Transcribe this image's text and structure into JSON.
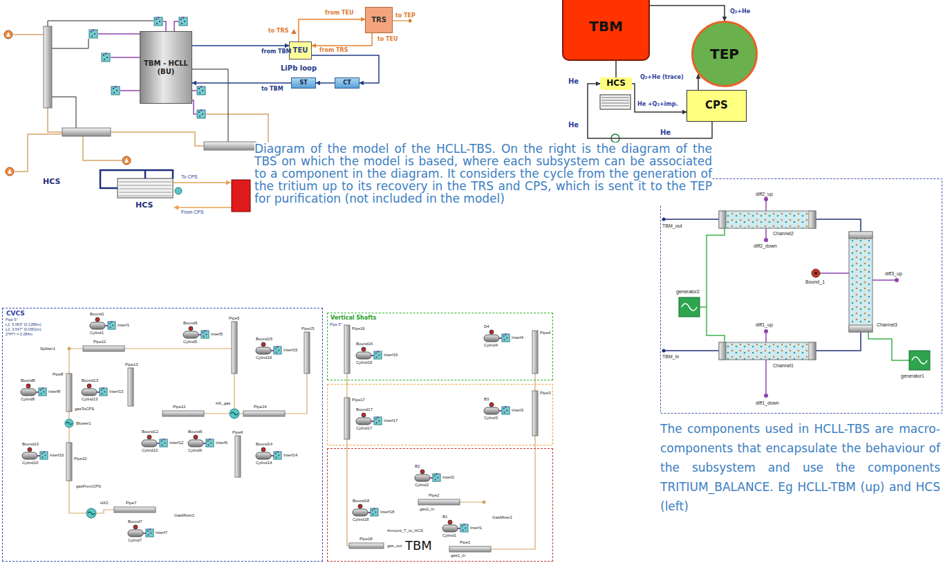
{
  "diagram": {
    "nodes": [
      {
        "text": [
          "TBM - HCLL (BU)"
        ]
      },
      {
        "text": [
          "TEU"
        ]
      },
      {
        "text": [
          "TRS"
        ]
      },
      {
        "text": [
          "ST"
        ]
      },
      {
        "text": [
          "CT"
        ]
      },
      {
        "text": [
          "TBM"
        ]
      },
      {
        "text": [
          "HCS"
        ]
      },
      {
        "text": [
          "CPS"
        ]
      },
      {
        "text": [
          "TEP"
        ]
      },
      {
        "text": [
          "CVCS"
        ]
      },
      {
        "text": [
          "Vertical Shafts"
        ]
      },
      {
        "text": [
          "TBM"
        ]
      }
    ],
    "edges": [
      {
        "from": 0,
        "to": 1,
        "arrow": "to"
      },
      {
        "from": 1,
        "to": 4,
        "arrow": "to"
      },
      {
        "from": 4,
        "to": 3,
        "arrow": "to"
      },
      {
        "from": 3,
        "to": 0,
        "arrow": "to"
      },
      {
        "from": 1,
        "to": 2,
        "arrow": "to"
      },
      {
        "from": 2,
        "to": 1,
        "arrow": "to"
      },
      {
        "from": 5,
        "to": 6,
        "arrow": "none"
      },
      {
        "from": 6,
        "to": 7,
        "label": "He +Q₂+imp.",
        "arrow": "to"
      },
      {
        "from": 7,
        "to": 6,
        "label": "He",
        "arrow": "to"
      },
      {
        "from": 7,
        "to": 8,
        "label": "Q₂+He (trace)",
        "arrow": "to"
      },
      {
        "from": 5,
        "to": 8,
        "label": "Q₂+He",
        "arrow": "to"
      }
    ],
    "labels": [
      "from TEU",
      "to TEP",
      "to TEU",
      "to TRS",
      "from TBM",
      "from TRS",
      "LiPb loop",
      "to TBM",
      "HCS",
      "HCS",
      "To CPS",
      "From CPS",
      "He",
      "He",
      "Diagram of the model of the HCLL-TBS. On the right is the diagram of the TBS on which the model is based, where each subsystem can be associated to a component in the diagram. It considers the cycle from the generation of the tritium up to its recovery in the TRS and CPS, which is sent it to the TEP for purification (not included in the model)",
      "diff2_up",
      "TBM_out",
      "Channel2",
      "diff2_down",
      "generator2",
      "Bound_1",
      "diff3_up",
      "diff1_up",
      "Channel3",
      "TBM_in",
      "Channel1",
      "diff1_down",
      "generator1",
      "The components used in HCLL-TBS are macro-components that encapsulate the behaviour of the subsystem and use the components TRITIUM_BALANCE. Eg HCLL-TBM (up) and HCS (left)",
      "Pipe 5\"",
      "L1: 5.063\" (0.1286m)",
      "L2: 3.547\" (0.0901m)",
      "2*PI*r = 0.284m",
      "Pipe 5\"",
      "Splitter1",
      "gasToCPS",
      "Blower1",
      "gasFromCPS",
      "HX2",
      "GasMixer2",
      "HX_gas",
      "GasMixer1",
      "gas2_in",
      "gas1_in",
      "Amount_T_to_HCS",
      "gas_out",
      "Bound1",
      "Cylind1",
      "Interf1",
      "Bound8",
      "Cylind8",
      "Interf8",
      "Bound13",
      "Cylind13",
      "Interf13",
      "Bound10",
      "Cylind10",
      "Interf10",
      "Bound7",
      "Cylind7",
      "Interf7",
      "Bound5",
      "Cylind5",
      "Interf5",
      "Bound15",
      "Cylind15",
      "Interf15",
      "Bound12",
      "Cylind12",
      "Interf12",
      "Bound6",
      "Cylind6",
      "Interf6",
      "Bound14",
      "Cylind14",
      "Interf14",
      "Bound16",
      "Cylind16",
      "Interf16",
      "D4",
      "Cylind4",
      "Interf4",
      "Bound17",
      "Cylind17",
      "Interf17",
      "B3",
      "Cylind3",
      "Interf3",
      "B2",
      "Cylind2",
      "Interf2",
      "B1",
      "Cylind1",
      "Interf1",
      "Bound18",
      "Cylind18",
      "Interf18",
      "Pipe11",
      "Pipe8",
      "Pipe13",
      "Pipe10",
      "Pipe7",
      "Pipe12",
      "Pipe5",
      "Pipe15",
      "Pipe6",
      "Pipe14",
      "Pipe16",
      "Pipe4",
      "Pipe17",
      "Pipe3",
      "Pipe2",
      "Pipe1",
      "Pipe18"
    ]
  }
}
